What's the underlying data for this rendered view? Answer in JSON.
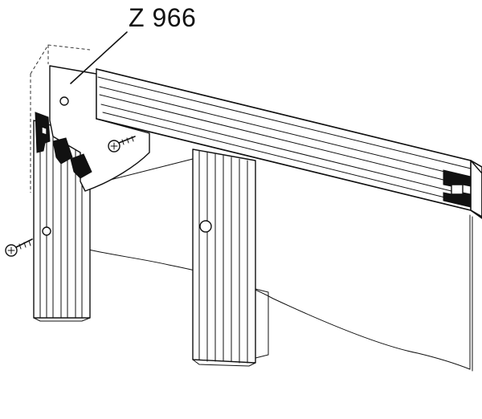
{
  "figure": {
    "callout_label": "Z 966",
    "line_color": "#111111",
    "background": "#ffffff",
    "components": {
      "corner_connector": "connector-plate-icon",
      "top_profile": "aluminium-extrusion-profile",
      "left_post": "vertical-profile-post",
      "middle_post": "vertical-profile-post",
      "panel": "infill-panel",
      "screws": [
        "screw-icon",
        "screw-icon"
      ]
    }
  }
}
